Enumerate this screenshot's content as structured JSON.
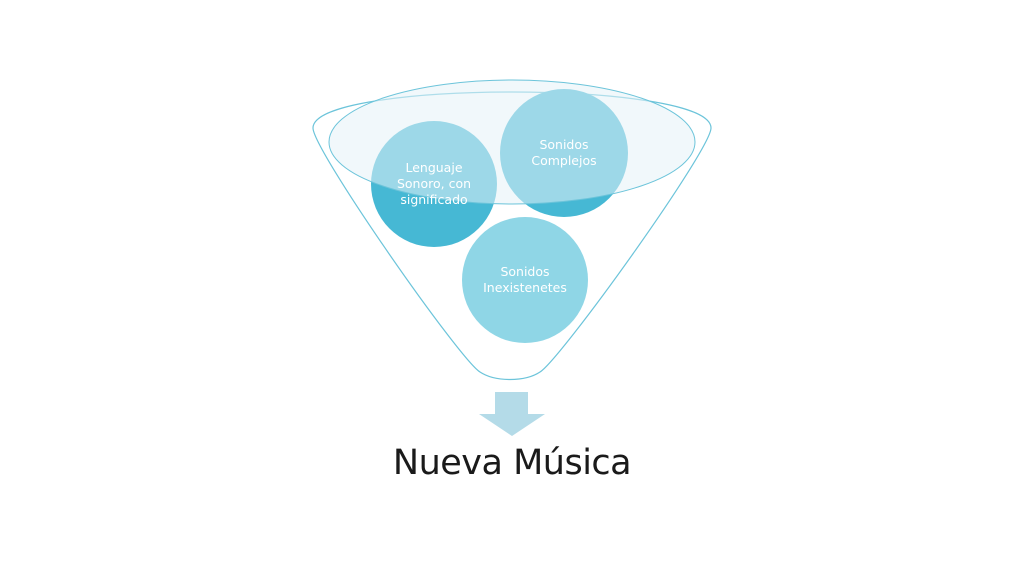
{
  "diagram": {
    "inputs": [
      {
        "label": "Lenguaje\nSonoro, con\nsignificado"
      },
      {
        "label": "Sonidos\nComplejos"
      },
      {
        "label": "Sonidos\nInexistenetes"
      }
    ],
    "result": "Nueva Música"
  },
  "colors": {
    "circle_dark": "#46b8d4",
    "circle_light": "#8fd6e6",
    "funnel_stroke": "#6cc4da",
    "funnel_top_fill": "#e6f3f8",
    "arrow": "#b4dbe8",
    "text": "#1a1a1a"
  }
}
